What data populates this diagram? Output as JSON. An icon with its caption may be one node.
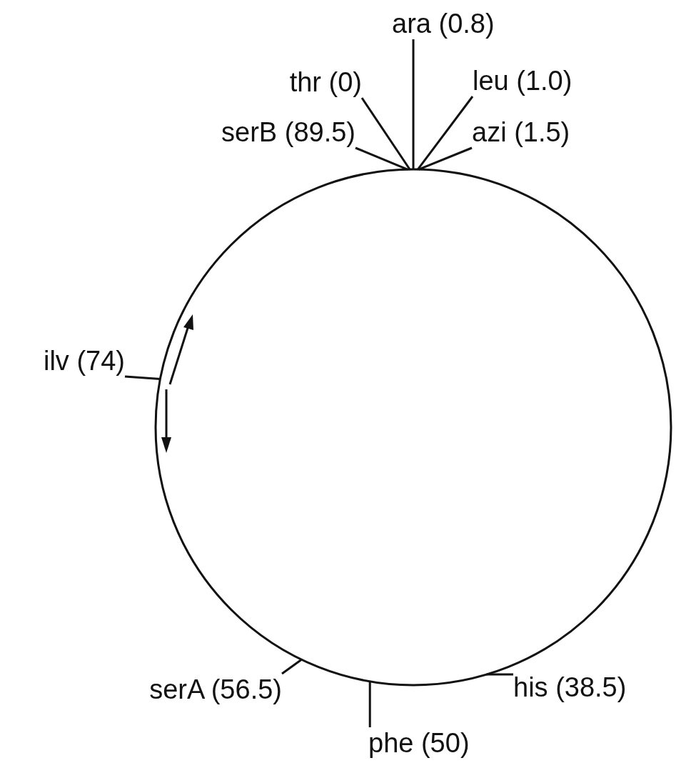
{
  "diagram": {
    "nodes": [
      {
        "text": [],
        "shape": "circle"
      },
      {
        "text": [
          "ara (0.8)"
        ]
      },
      {
        "text": [
          "thr (0)"
        ]
      },
      {
        "text": [
          "leu (1.0)"
        ]
      },
      {
        "text": [
          "serB (89.5)"
        ]
      },
      {
        "text": [
          "azi (1.5)"
        ]
      },
      {
        "text": [
          "ilv (74)"
        ]
      },
      {
        "text": [
          "serA (56.5)"
        ]
      },
      {
        "text": [
          "his (38.5)"
        ]
      },
      {
        "text": [
          "phe (50)"
        ]
      }
    ],
    "edges": [
      {
        "from": 1,
        "to": 0,
        "arrow": "none"
      },
      {
        "from": 2,
        "to": 0,
        "arrow": "none"
      },
      {
        "from": 3,
        "to": 0,
        "arrow": "none"
      },
      {
        "from": 4,
        "to": 0,
        "arrow": "none"
      },
      {
        "from": 5,
        "to": 0,
        "arrow": "none"
      },
      {
        "from": 6,
        "to": 0,
        "arrow": "none"
      },
      {
        "from": 7,
        "to": 0,
        "arrow": "none"
      },
      {
        "from": 8,
        "to": 0,
        "arrow": "none"
      },
      {
        "from": 9,
        "to": 0,
        "arrow": "none"
      }
    ]
  }
}
